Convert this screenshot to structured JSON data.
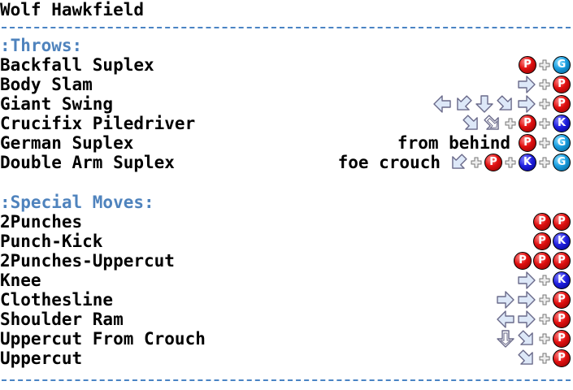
{
  "character": "Wolf Hawkfield",
  "sections": [
    {
      "title": ":Throws:",
      "moves": [
        {
          "name": "Backfall Suplex",
          "note": "",
          "command": [
            "P",
            "+",
            "G"
          ]
        },
        {
          "name": "Body Slam",
          "note": "",
          "command": [
            "f",
            "+",
            "P"
          ]
        },
        {
          "name": "Giant Swing",
          "note": "",
          "command": [
            "b",
            "db",
            "d",
            "df",
            "f",
            "+",
            "P"
          ]
        },
        {
          "name": "Crucifix Piledriver",
          "note": "",
          "command": [
            "df",
            "DF",
            "+",
            "P",
            "+",
            "K"
          ]
        },
        {
          "name": "German Suplex",
          "note": "from behind",
          "command": [
            "P",
            "+",
            "G"
          ]
        },
        {
          "name": "Double Arm Suplex",
          "note": "foe crouch",
          "command": [
            "db",
            "+",
            "P",
            "+",
            "K",
            "+",
            "G"
          ]
        }
      ]
    },
    {
      "title": ":Special Moves:",
      "moves": [
        {
          "name": "2Punches",
          "note": "",
          "command": [
            "P",
            "P"
          ]
        },
        {
          "name": "Punch-Kick",
          "note": "",
          "command": [
            "P",
            "K"
          ]
        },
        {
          "name": "2Punches-Uppercut",
          "note": "",
          "command": [
            "P",
            "P",
            "P"
          ]
        },
        {
          "name": "Knee",
          "note": "",
          "command": [
            "f",
            "+",
            "K"
          ]
        },
        {
          "name": "Clothesline",
          "note": "",
          "command": [
            "f",
            "f",
            "+",
            "P"
          ]
        },
        {
          "name": "Shoulder Ram",
          "note": "",
          "command": [
            "b",
            "f",
            "+",
            "P"
          ]
        },
        {
          "name": "Uppercut From Crouch",
          "note": "",
          "command": [
            "D",
            "df",
            "+",
            "P"
          ]
        },
        {
          "name": "Uppercut",
          "note": "",
          "command": [
            "df",
            "+",
            "P"
          ]
        }
      ]
    }
  ],
  "icons": {
    "P": "punch-button-icon",
    "K": "kick-button-icon",
    "G": "guard-button-icon",
    "+": "plus-icon",
    "f": "arrow-forward-icon",
    "b": "arrow-back-icon",
    "d": "arrow-down-icon",
    "db": "arrow-down-back-icon",
    "df": "arrow-down-forward-icon",
    "DF": "arrow-down-forward-hold-icon",
    "D": "arrow-down-hold-icon"
  },
  "colors": {
    "section": "#4f83bd",
    "divider": "#4a84c4",
    "punch": "#e01010",
    "kick": "#2020e0",
    "guard": "#1a9ee0"
  }
}
